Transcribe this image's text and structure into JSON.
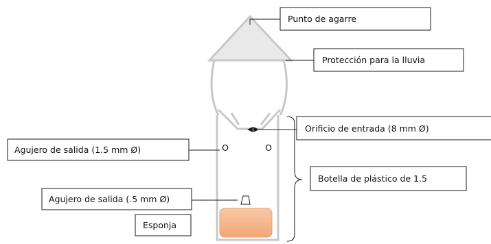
{
  "labels": {
    "grip_point": "Punto de agarre",
    "rain_protection": "Protección para la lluvia",
    "inlet_hole": "Orificio de entrada (8 mm Ø)",
    "outlet_hole_large": "Agujero de salida (1.5 mm Ø)",
    "plastic_bottle": "Botella de plástico de 1.5",
    "outlet_hole_small": "Agujero de salida (.5 mm Ø)",
    "sponge": "Esponja"
  },
  "hole_markers": {
    "left": "O",
    "right": "O"
  },
  "colors": {
    "outline_gray": "#c8c8c8",
    "sponge_fill": "#f4b183",
    "label_border": "#1a1a1a"
  }
}
